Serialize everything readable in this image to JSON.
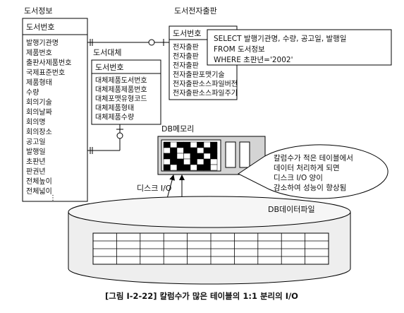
{
  "entities": {
    "book_info": {
      "title": "도서정보",
      "key": "도서번호",
      "fields": [
        "발행기관명",
        "제품번호",
        "출판사제품번호",
        "국제표준번호",
        "제품형태",
        "수량",
        "회의기술",
        "회의날짜",
        "회의명",
        "회의장소",
        "공고일",
        "발행일",
        "초판년",
        "판권년",
        "전체높이",
        "전체넓이",
        "⋮"
      ]
    },
    "book_ebook": {
      "title": "도서전자출판",
      "key": "도서번호",
      "fields": [
        "전자출판",
        "전자출판",
        "전자출판",
        "전자출판포맷기술",
        "전자출판소스파일버전",
        "전자출판소스파일주기"
      ]
    },
    "book_substitute": {
      "title": "도서대체",
      "key": "도서번호",
      "fields": [
        "대체제품도서번호",
        "대체제품제품번호",
        "대체포맷유형코드",
        "대체제품형태",
        "대체제품수량"
      ]
    }
  },
  "sql": {
    "line1": "SELECT 발행기관명, 수량, 공고일, 발행일",
    "line2": "FROM 도서정보",
    "line3": "WHERE 초판년='2002'"
  },
  "memory_label": "DB메모리",
  "disk_io_label": "디스크 I/O",
  "file_label": "DB데이터파일",
  "callout": {
    "line1": "칼럼수가 적은 테이블에서",
    "line2": "데이터 처리하게 되면",
    "line3": "디스크 I/O 양이",
    "line4": "감소하여 성능이 향상됨"
  },
  "caption": "[그림 Ⅰ-2-22] 칼럼수가 많은 테이블의 1:1 분리의 I/O"
}
